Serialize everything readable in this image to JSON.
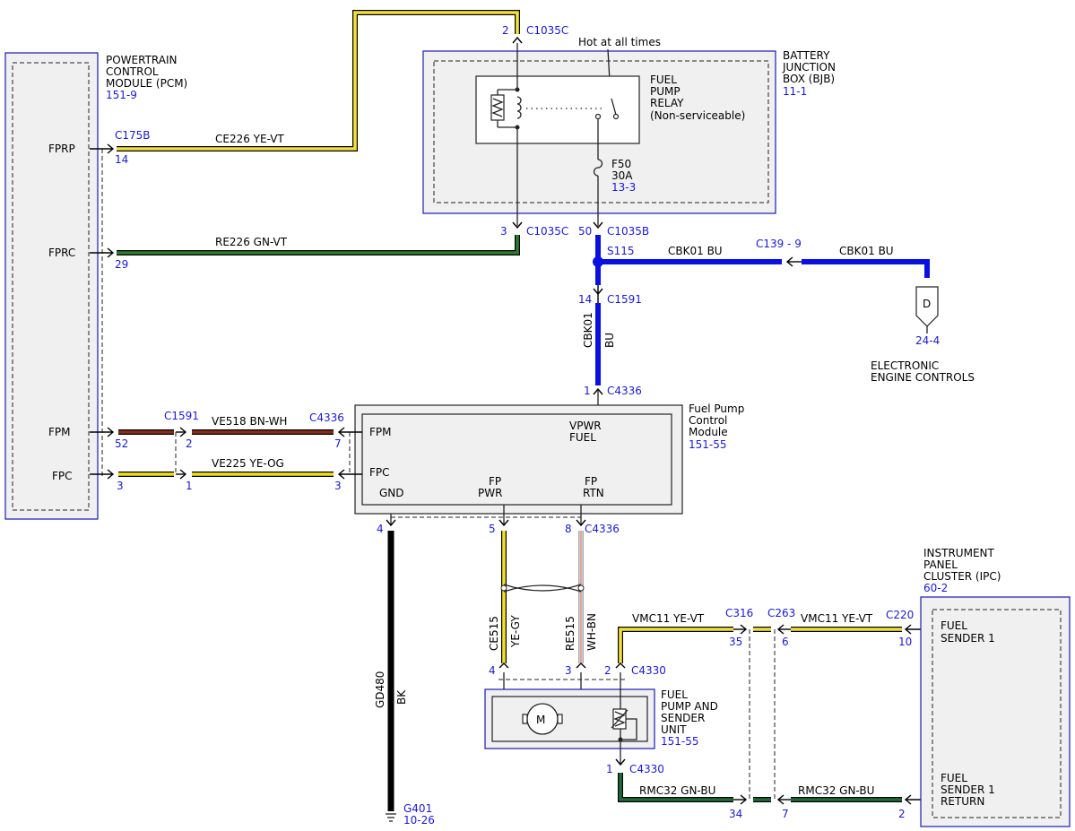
{
  "modules": {
    "pcm": {
      "l1": "POWERTRAIN",
      "l2": "CONTROL",
      "l3": "MODULE (PCM)",
      "ref": "151-9"
    },
    "bjb": {
      "l1": "BATTERY",
      "l2": "JUNCTION",
      "l3": "BOX (BJB)",
      "ref": "11-1"
    },
    "relay": {
      "l1": "FUEL",
      "l2": "PUMP",
      "l3": "RELAY",
      "l4": "(Non-serviceable)"
    },
    "hot": "Hot at all times",
    "fuse": {
      "name": "F50",
      "rating": "30A",
      "ref": "13-3"
    },
    "fpcm": {
      "l1": "Fuel Pump",
      "l2": "Control",
      "l3": "Module",
      "ref": "151-55"
    },
    "fpsu": {
      "l1": "FUEL",
      "l2": "PUMP AND",
      "l3": "SENDER",
      "l4": "UNIT",
      "ref": "151-55"
    },
    "ipc": {
      "l1": "INSTRUMENT",
      "l2": "PANEL",
      "l3": "CLUSTER (IPC)",
      "ref": "60-2"
    },
    "eec": {
      "l1": "ELECTRONIC",
      "l2": "ENGINE CONTROLS",
      "ref": "24-4",
      "symbol": "D"
    },
    "ground": {
      "name": "G401",
      "ref": "10-26"
    },
    "motor": "M"
  },
  "pins": {
    "pcm": {
      "fprp": "FPRP",
      "fprc": "FPRC",
      "fpm": "FPM",
      "fpc": "FPC"
    },
    "fpcm": {
      "fpm": "FPM",
      "fpc": "FPC",
      "vpwr1": "VPWR",
      "vpwr2": "FUEL",
      "gnd": "GND",
      "fppwr1": "FP",
      "fppwr2": "PWR",
      "fprtn1": "FP",
      "fprtn2": "RTN"
    },
    "ipc": {
      "s1a": "FUEL",
      "s1b": "SENDER 1",
      "r1": "FUEL",
      "r2": "SENDER 1",
      "r3": "RETURN"
    }
  },
  "connectors": {
    "c175b": "C175B",
    "c1035c": "C1035C",
    "c1035b": "C1035B",
    "s115": "S115",
    "c139": "C139 - 9",
    "c1591": "C1591",
    "c4336": "C4336",
    "c4330": "C4330",
    "c316": "C316",
    "c263": "C263",
    "c220": "C220"
  },
  "pin_numbers": {
    "p14": "14",
    "p29": "29",
    "p52": "52",
    "p3": "3",
    "p2": "2",
    "p1": "1",
    "p7": "7",
    "p50": "50",
    "p4": "4",
    "p5": "5",
    "p8": "8",
    "p35": "35",
    "p6": "6",
    "p10": "10",
    "p34": "34"
  },
  "wires": {
    "ce226": "CE226  YE-VT",
    "re226": "RE226  GN-VT",
    "ve518": "VE518  BN-WH",
    "ve225": "VE225  YE-OG",
    "cbk01": "CBK01    BU",
    "cbk01_id": "CBK01",
    "cbk01_col": "BU",
    "gd480_id": "GD480",
    "gd480_col": "BK",
    "ce515_id": "CE515",
    "ce515_col": "YE-GY",
    "re515_id": "RE515",
    "re515_col": "WH-BN",
    "vmc11": "VMC11    YE-VT",
    "rmc32": "RMC32    GN-BU"
  },
  "colors": {
    "ye_vt": "#f2e03a",
    "gn_vt": "#2e7a2e",
    "bu": "#0a10e0",
    "bn_wh": "#8a2a1a",
    "ye_og": "#f2e020",
    "bk": "#000000",
    "ye_gy": "#f2e030",
    "wh_bn": "#c05040",
    "gn_bu": "#1f6b3a",
    "label_blue": "#1a1ad6",
    "box_blue": "#2a2ab8"
  }
}
